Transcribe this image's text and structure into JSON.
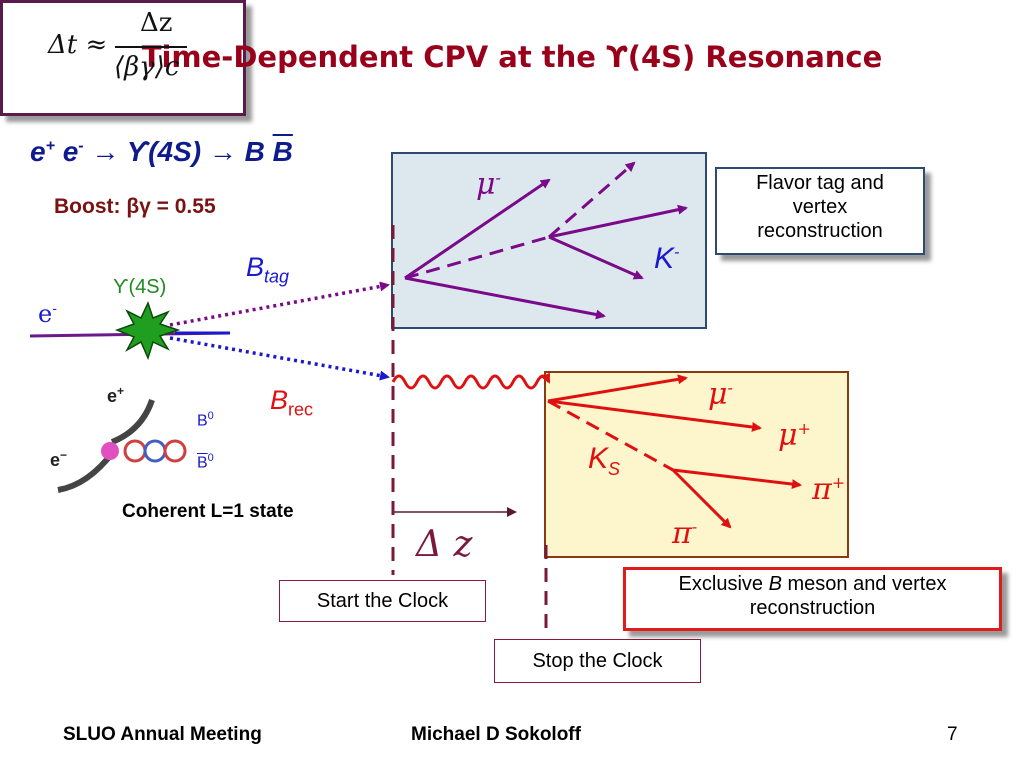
{
  "title": "Time-Dependent CPV at the ϒ(4S) Resonance",
  "reaction": {
    "e_plus": "e",
    "sup_plus": "+",
    "e_minus": "e",
    "sup_minus": "-",
    "arrow1": "→",
    "upsilon": "ϒ(4S)",
    "arrow2": "→",
    "b": "B",
    "bbar": "B"
  },
  "boost": "Boost: βγ = 0.55",
  "labels": {
    "upsilon_small": "ϒ(4S)",
    "e_minus": "e",
    "e_minus_sup": "-",
    "btag": "B",
    "btag_sub": "tag",
    "brec": "B",
    "brec_sub": "rec",
    "mu_top": "μ",
    "mu_top_sup": "-",
    "kaon": "K",
    "kaon_sup": "-",
    "mu_minus": "μ",
    "mu_minus_sup": "-",
    "mu_plus": "μ",
    "mu_plus_sup": "+",
    "ks": "K",
    "ks_sub": "S",
    "pi_plus": "π",
    "pi_plus_sup": "+",
    "pi_minus": "π",
    "pi_minus_sup": "-",
    "delta_z": "Δ z",
    "inset_e_plus": "e",
    "inset_e_plus_sup": "+",
    "inset_e_minus": "e",
    "inset_e_minus_sup": "−",
    "b0": "B",
    "b0_sup": "0",
    "b0bar": "B",
    "b0bar_sup": "0"
  },
  "coherent": "Coherent L=1 state",
  "formula": {
    "lhs": "Δt ≈",
    "numerator": "Δz",
    "denominator": "⟨βγ⟩c"
  },
  "boxes": {
    "flavor": "Flavor tag and vertex reconstruction",
    "exclusive_pre": "Exclusive ",
    "exclusive_b": "B",
    "exclusive_post": " meson and vertex reconstruction",
    "start": "Start the Clock",
    "stop": "Stop the Clock"
  },
  "footer": {
    "left": "SLUO Annual Meeting",
    "center": "Michael D Sokoloff",
    "page": "7"
  },
  "colors": {
    "title": "#99001a",
    "purple": "#7a0a8a",
    "blue": "#1a1acc",
    "red": "#e01010",
    "tag_panel": "#dde8ee",
    "rec_panel": "#fdf6cc",
    "star": "#1f9e1f"
  }
}
